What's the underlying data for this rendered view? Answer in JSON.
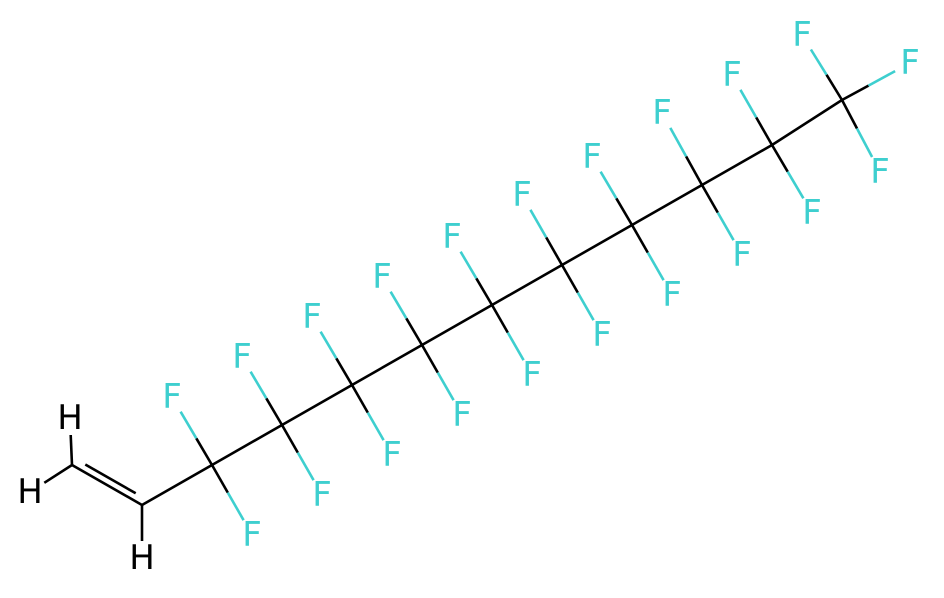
{
  "molecule": {
    "colors": {
      "carbon": "#000000",
      "hydrogen": "#000000",
      "fluorine": "#3ECFCF",
      "background": "#FFFFFF"
    },
    "atoms": [
      {
        "id": "C1",
        "element": "C",
        "label": ""
      },
      {
        "id": "C2",
        "element": "C",
        "label": ""
      },
      {
        "id": "C3",
        "element": "C",
        "label": ""
      },
      {
        "id": "C4",
        "element": "C",
        "label": ""
      },
      {
        "id": "C5",
        "element": "C",
        "label": ""
      },
      {
        "id": "C6",
        "element": "C",
        "label": ""
      },
      {
        "id": "C7",
        "element": "C",
        "label": ""
      },
      {
        "id": "C8",
        "element": "C",
        "label": ""
      },
      {
        "id": "C9",
        "element": "C",
        "label": ""
      },
      {
        "id": "C10",
        "element": "C",
        "label": ""
      },
      {
        "id": "C11",
        "element": "C",
        "label": ""
      },
      {
        "id": "C12",
        "element": "C",
        "label": ""
      },
      {
        "id": "H1",
        "element": "H",
        "label": "H"
      },
      {
        "id": "H2",
        "element": "H",
        "label": "H"
      },
      {
        "id": "H3",
        "element": "H",
        "label": "H"
      },
      {
        "id": "F1",
        "element": "F",
        "label": "F"
      },
      {
        "id": "F2",
        "element": "F",
        "label": "F"
      },
      {
        "id": "F3",
        "element": "F",
        "label": "F"
      },
      {
        "id": "F4",
        "element": "F",
        "label": "F"
      },
      {
        "id": "F5",
        "element": "F",
        "label": "F"
      },
      {
        "id": "F6",
        "element": "F",
        "label": "F"
      },
      {
        "id": "F7",
        "element": "F",
        "label": "F"
      },
      {
        "id": "F8",
        "element": "F",
        "label": "F"
      },
      {
        "id": "F9",
        "element": "F",
        "label": "F"
      },
      {
        "id": "F10",
        "element": "F",
        "label": "F"
      },
      {
        "id": "F11",
        "element": "F",
        "label": "F"
      },
      {
        "id": "F12",
        "element": "F",
        "label": "F"
      },
      {
        "id": "F13",
        "element": "F",
        "label": "F"
      },
      {
        "id": "F14",
        "element": "F",
        "label": "F"
      },
      {
        "id": "F15",
        "element": "F",
        "label": "F"
      },
      {
        "id": "F16",
        "element": "F",
        "label": "F"
      },
      {
        "id": "F17",
        "element": "F",
        "label": "F"
      },
      {
        "id": "F18",
        "element": "F",
        "label": "F"
      },
      {
        "id": "F19",
        "element": "F",
        "label": "F"
      },
      {
        "id": "F20",
        "element": "F",
        "label": "F"
      },
      {
        "id": "F21",
        "element": "F",
        "label": "F"
      }
    ],
    "bonds": [
      {
        "a": "C1",
        "b": "C2",
        "order": 2
      },
      {
        "a": "C2",
        "b": "C3",
        "order": 1
      },
      {
        "a": "C3",
        "b": "C4",
        "order": 1
      },
      {
        "a": "C4",
        "b": "C5",
        "order": 1
      },
      {
        "a": "C5",
        "b": "C6",
        "order": 1
      },
      {
        "a": "C6",
        "b": "C7",
        "order": 1
      },
      {
        "a": "C7",
        "b": "C8",
        "order": 1
      },
      {
        "a": "C8",
        "b": "C9",
        "order": 1
      },
      {
        "a": "C9",
        "b": "C10",
        "order": 1
      },
      {
        "a": "C10",
        "b": "C11",
        "order": 1
      },
      {
        "a": "C11",
        "b": "C12",
        "order": 1
      },
      {
        "a": "C1",
        "b": "H1",
        "order": 1
      },
      {
        "a": "C1",
        "b": "H2",
        "order": 1
      },
      {
        "a": "C2",
        "b": "H3",
        "order": 1
      },
      {
        "a": "C3",
        "b": "F1",
        "order": 1
      },
      {
        "a": "C3",
        "b": "F2",
        "order": 1
      },
      {
        "a": "C4",
        "b": "F3",
        "order": 1
      },
      {
        "a": "C4",
        "b": "F4",
        "order": 1
      },
      {
        "a": "C5",
        "b": "F5",
        "order": 1
      },
      {
        "a": "C5",
        "b": "F6",
        "order": 1
      },
      {
        "a": "C6",
        "b": "F7",
        "order": 1
      },
      {
        "a": "C6",
        "b": "F8",
        "order": 1
      },
      {
        "a": "C7",
        "b": "F9",
        "order": 1
      },
      {
        "a": "C7",
        "b": "F10",
        "order": 1
      },
      {
        "a": "C8",
        "b": "F11",
        "order": 1
      },
      {
        "a": "C8",
        "b": "F12",
        "order": 1
      },
      {
        "a": "C9",
        "b": "F13",
        "order": 1
      },
      {
        "a": "C9",
        "b": "F14",
        "order": 1
      },
      {
        "a": "C10",
        "b": "F15",
        "order": 1
      },
      {
        "a": "C10",
        "b": "F16",
        "order": 1
      },
      {
        "a": "C11",
        "b": "F17",
        "order": 1
      },
      {
        "a": "C11",
        "b": "F18",
        "order": 1
      },
      {
        "a": "C12",
        "b": "F19",
        "order": 1
      },
      {
        "a": "C12",
        "b": "F20",
        "order": 1
      },
      {
        "a": "C12",
        "b": "F21",
        "order": 1
      }
    ]
  }
}
